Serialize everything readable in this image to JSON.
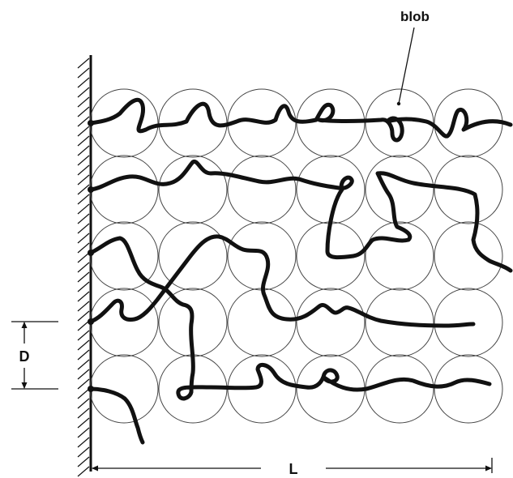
{
  "labels": {
    "blob": "blob",
    "spacing": "D",
    "length": "L"
  }
}
